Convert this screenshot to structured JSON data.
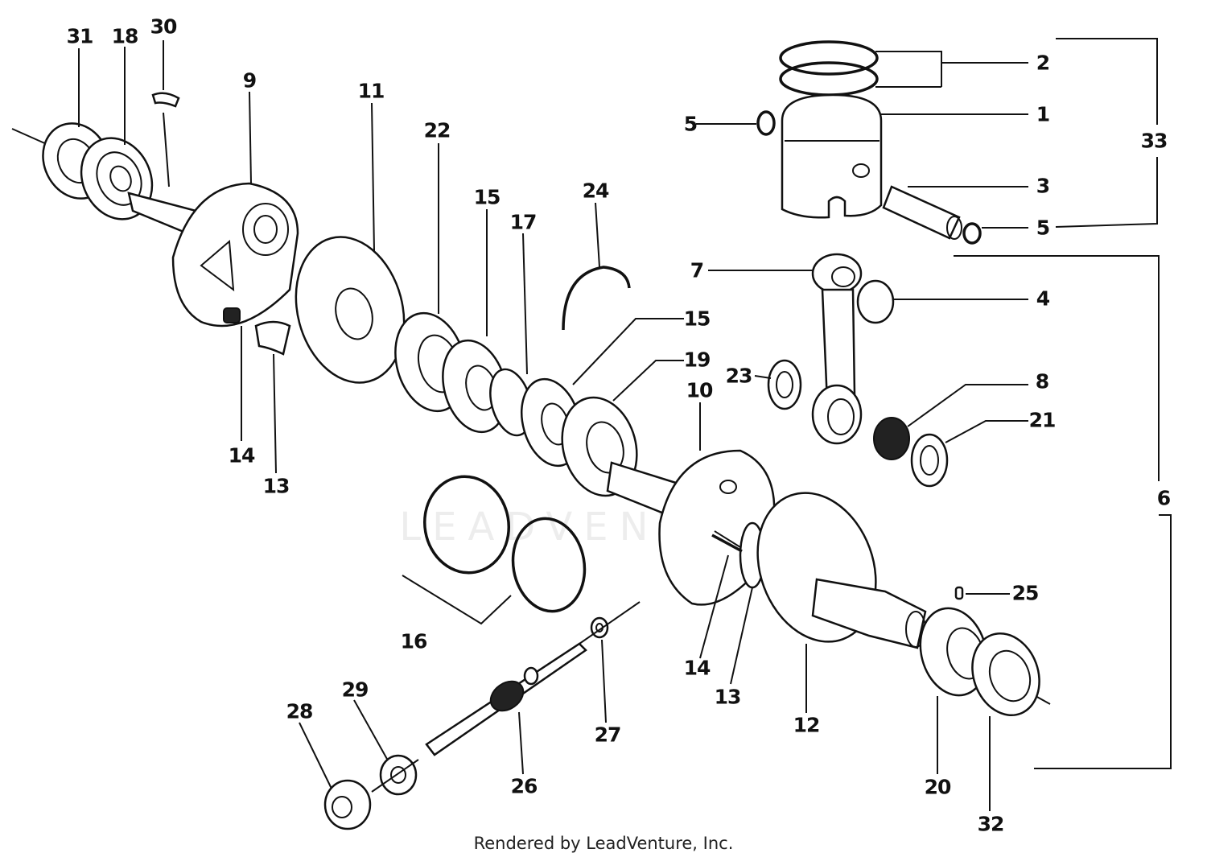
{
  "watermark": "LEADVENTURE",
  "credit": "Rendered by LeadVenture, Inc.",
  "callouts": {
    "c1": "1",
    "c2": "2",
    "c3": "3",
    "c4": "4",
    "c5a": "5",
    "c5b": "5",
    "c6": "6",
    "c7": "7",
    "c8": "8",
    "c9": "9",
    "c10": "10",
    "c11": "11",
    "c12": "12",
    "c13a": "13",
    "c13b": "13",
    "c14a": "14",
    "c14b": "14",
    "c15a": "15",
    "c15b": "15",
    "c16": "16",
    "c17": "17",
    "c18": "18",
    "c19": "19",
    "c20": "20",
    "c21": "21",
    "c22": "22",
    "c23": "23",
    "c24": "24",
    "c25": "25",
    "c26": "26",
    "c27": "27",
    "c28": "28",
    "c29": "29",
    "c30": "30",
    "c31": "31",
    "c32": "32",
    "c33": "33"
  }
}
